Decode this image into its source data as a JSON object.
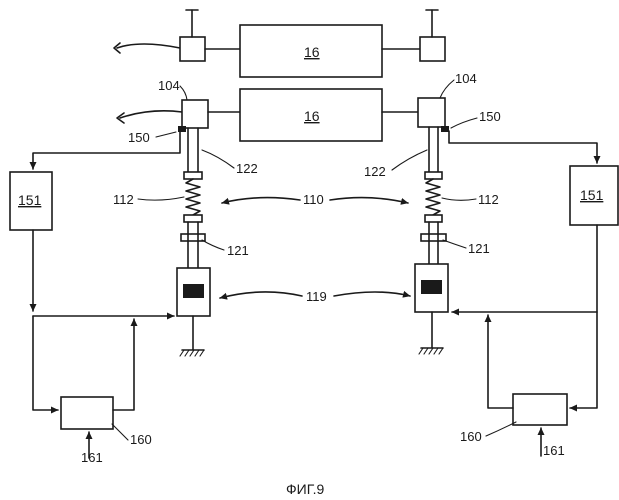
{
  "labels": {
    "unit_top": "16",
    "unit_bottom": "16",
    "gimbal_left": "104",
    "gimbal_right": "104",
    "sensor_left": "150",
    "sensor_right": "150",
    "rod_top_left": "122",
    "rod_top_right": "122",
    "spring_left": "112",
    "spring_right": "112",
    "assembly": "110",
    "rod_low_left": "121",
    "rod_low_right": "121",
    "actuator": "119",
    "processor_left": "151",
    "processor_right": "151",
    "controller_left": "160",
    "controller_right": "160",
    "input_left": "161",
    "input_right": "161"
  },
  "caption": "ФИГ.9"
}
